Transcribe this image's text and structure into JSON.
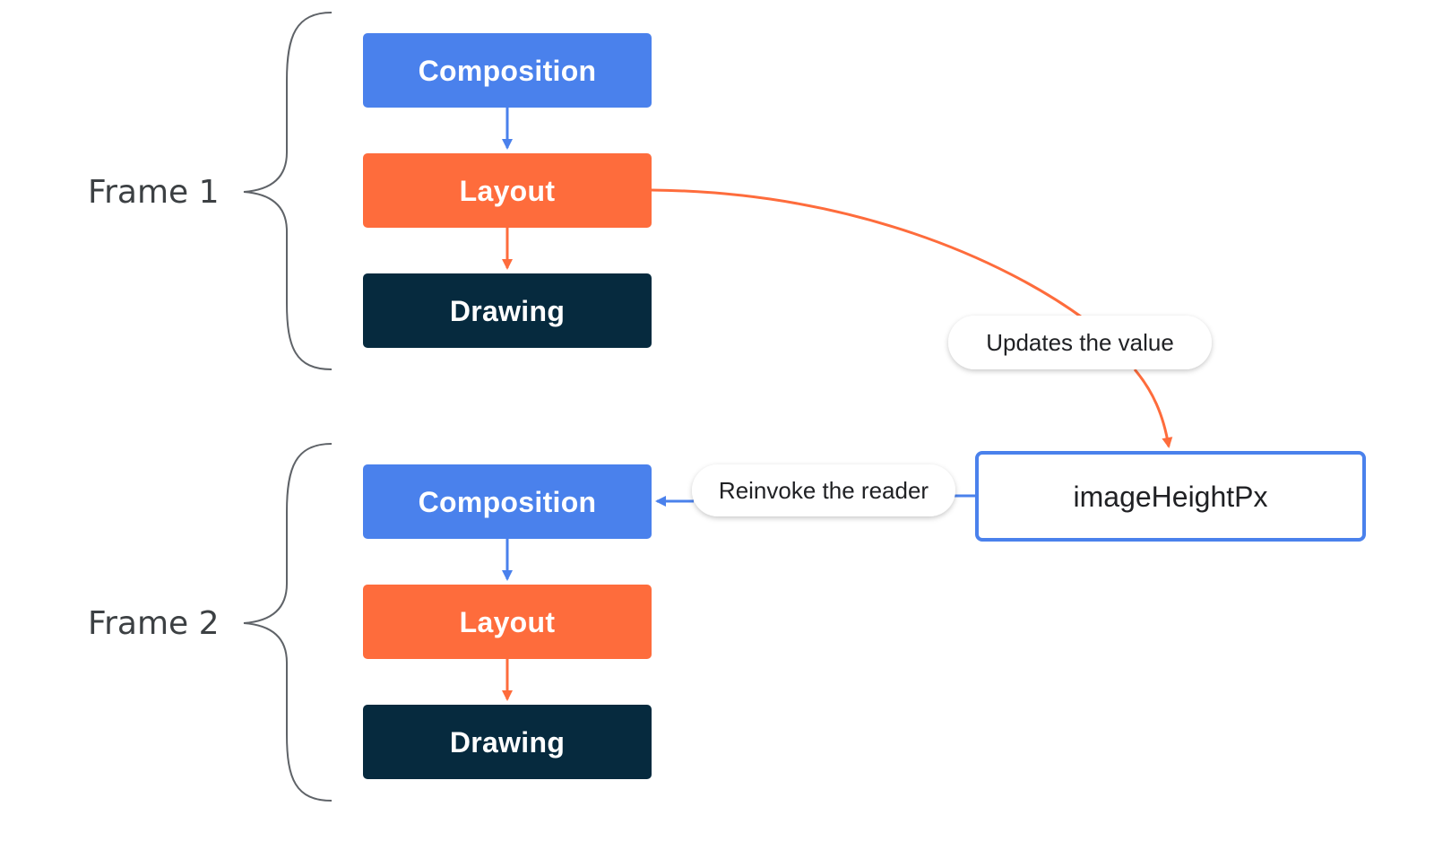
{
  "colors": {
    "composition": "#4a81ec",
    "layout": "#fe6c3c",
    "drawing": "#062a3e",
    "brace": "#5f6368",
    "label": "#3c4043"
  },
  "frames": [
    {
      "label": "Frame 1",
      "stages": [
        "Composition",
        "Layout",
        "Drawing"
      ]
    },
    {
      "label": "Frame 2",
      "stages": [
        "Composition",
        "Layout",
        "Drawing"
      ]
    }
  ],
  "state": {
    "name": "imageHeightPx"
  },
  "edges": {
    "updates": "Updates the value",
    "reinvoke": "Reinvoke the reader"
  }
}
